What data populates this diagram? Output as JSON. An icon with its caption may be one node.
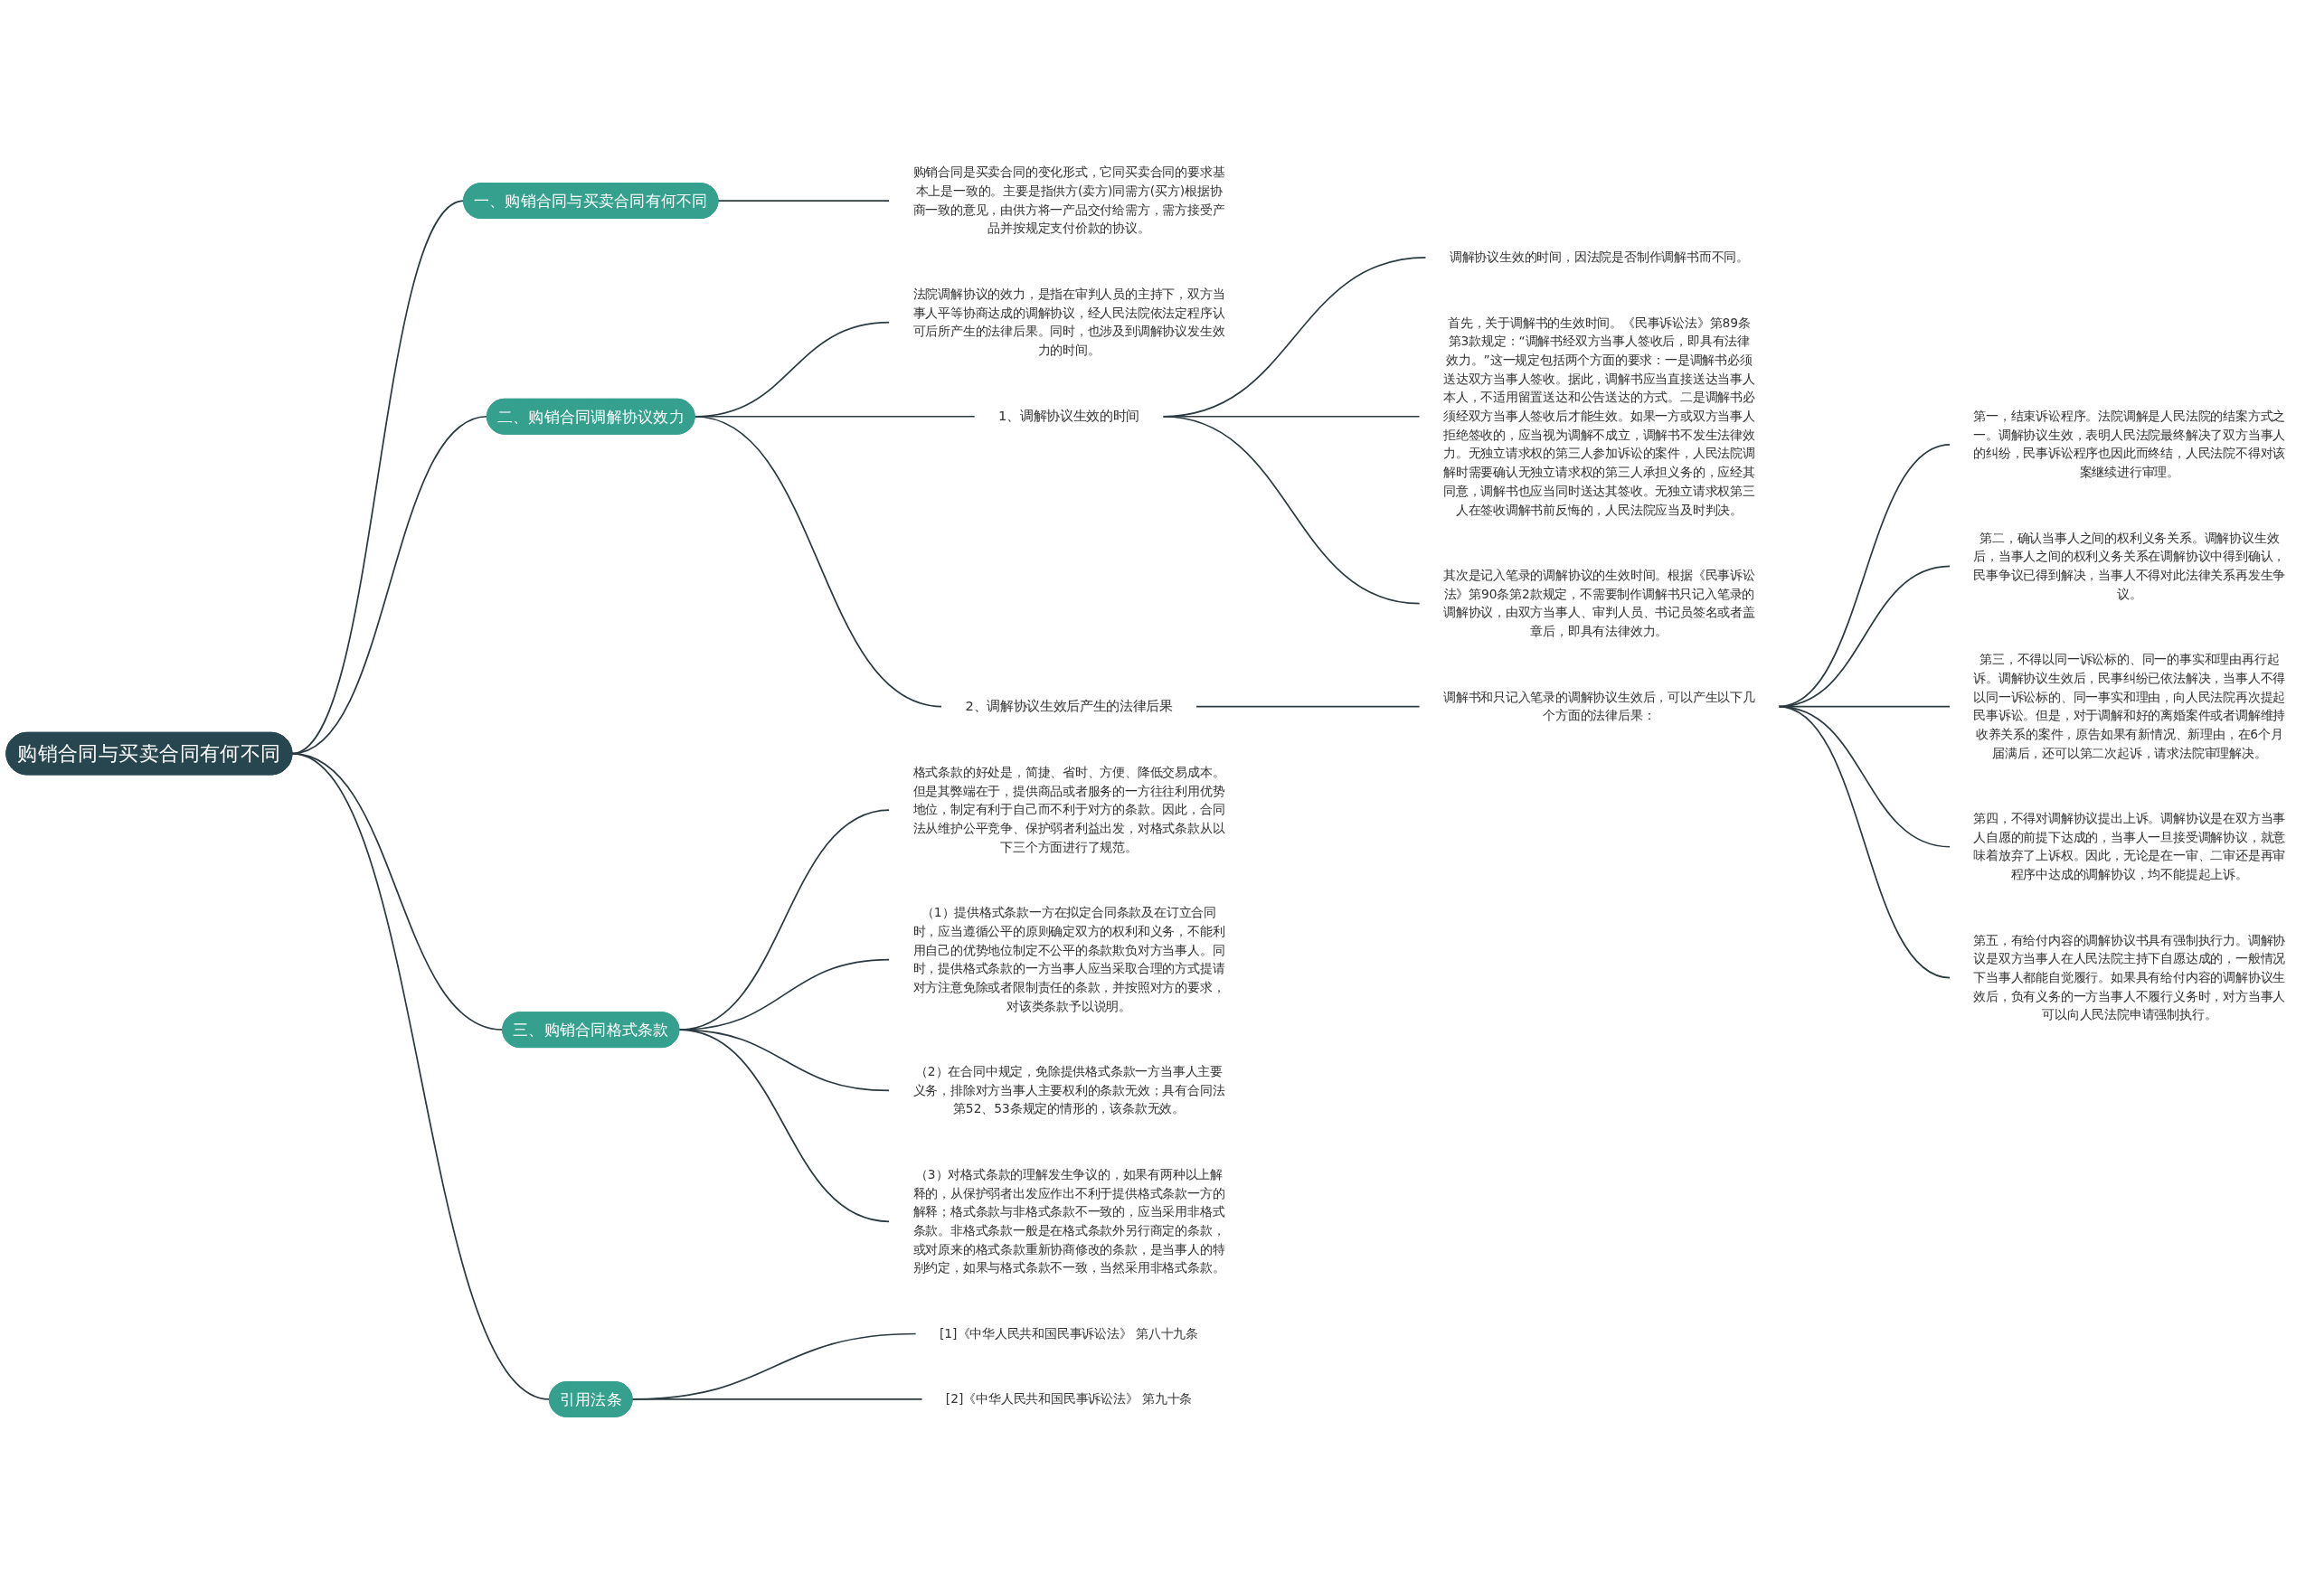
{
  "diagram": {
    "nodes": [
      {
        "text": [
          "购销合同与买卖合同有何不同"
        ]
      },
      {
        "text": [
          "一、购销合同与买卖合同有何不同"
        ]
      },
      {
        "text": [
          "购销合同是买卖合同的变化形式，它同买卖合同的要求基本上是一致的。主要是指供方(卖方)同需方(买方)根据协商一致的意见，由供方将一产品交付给需方，需方接受产品并按规定支付价款的协议。"
        ]
      },
      {
        "text": [
          "二、购销合同调解协议效力"
        ]
      },
      {
        "text": [
          "法院调解协议的效力，是指在审判人员的主持下，双方当事人平等协商达成的调解协议，经人民法院依法定程序认可后所产生的法律后果。同时，也涉及到调解协议发生效力的时间。"
        ]
      },
      {
        "text": [
          "1、调解协议生效的时间"
        ]
      },
      {
        "text": [
          "调解协议生效的时间，因法院是否制作调解书而不同。"
        ]
      },
      {
        "text": [
          "首先，关于调解书的生效时间。《民事诉讼法》第89条第3款规定：“调解书经双方当事人签收后，即具有法律效力。”这一规定包括两个方面的要求：一是调解书必须送达双方当事人签收。据此，调解书应当直接送达当事人本人，不适用留置送达和公告送达的方式。二是调解书必须经双方当事人签收后才能生效。如果一方或双方当事人拒绝签收的，应当视为调解不成立，调解书不发生法律效力。无独立请求权的第三人参加诉讼的案件，人民法院调解时需要确认无独立请求权的第三人承担义务的，应经其同意，调解书也应当同时送达其签收。无独立请求权第三人在签收调解书前反悔的，人民法院应当及时判决。"
        ]
      },
      {
        "text": [
          "其次是记入笔录的调解协议的生效时间。根据《民事诉讼法》第90条第2款规定，不需要制作调解书只记入笔录的调解协议，由双方当事人、审判人员、书记员签名或者盖章后，即具有法律效力。"
        ]
      },
      {
        "text": [
          "2、调解协议生效后产生的法律后果"
        ]
      },
      {
        "text": [
          "调解书和只记入笔录的调解协议生效后，可以产生以下几个方面的法律后果："
        ]
      },
      {
        "text": [
          "第一，结束诉讼程序。法院调解是人民法院的结案方式之一。调解协议生效，表明人民法院最终解决了双方当事人的纠纷，民事诉讼程序也因此而终结，人民法院不得对该案继续进行审理。"
        ]
      },
      {
        "text": [
          "第二，确认当事人之间的权利义务关系。调解协议生效后，当事人之间的权利义务关系在调解协议中得到确认，民事争议已得到解决，当事人不得对此法律关系再发生争议。"
        ]
      },
      {
        "text": [
          "第三，不得以同一诉讼标的、同一的事实和理由再行起诉。调解协议生效后，民事纠纷已依法解决，当事人不得以同一诉讼标的、同一事实和理由，向人民法院再次提起民事诉讼。但是，对于调解和好的离婚案件或者调解维持收养关系的案件，原告如果有新情况、新理由，在6个月届满后，还可以第二次起诉，请求法院审理解决。"
        ]
      },
      {
        "text": [
          "第四，不得对调解协议提出上诉。调解协议是在双方当事人自愿的前提下达成的，当事人一旦接受调解协议，就意味着放弃了上诉权。因此，无论是在一审、二审还是再审程序中达成的调解协议，均不能提起上诉。"
        ]
      },
      {
        "text": [
          "第五，有给付内容的调解协议书具有强制执行力。调解协议是双方当事人在人民法院主持下自愿达成的，一般情况下当事人都能自觉履行。如果具有给付内容的调解协议生效后，负有义务的一方当事人不履行义务时，对方当事人可以向人民法院申请强制执行。"
        ]
      },
      {
        "text": [
          "三、购销合同格式条款"
        ]
      },
      {
        "text": [
          "格式条款的好处是，简捷、省时、方便、降低交易成本。但是其弊端在于，提供商品或者服务的一方往往利用优势地位，制定有利于自己而不利于对方的条款。因此，合同法从维护公平竞争、保护弱者利益出发，对格式条款从以下三个方面进行了规范。"
        ]
      },
      {
        "text": [
          "（1）提供格式条款一方在拟定合同条款及在订立合同时，应当遵循公平的原则确定双方的权利和义务，不能利用自己的优势地位制定不公平的条款欺负对方当事人。同时，提供格式条款的一方当事人应当采取合理的方式提请对方注意免除或者限制责任的条款，并按照对方的要求，对该类条款予以说明。"
        ]
      },
      {
        "text": [
          "（2）在合同中规定，免除提供格式条款一方当事人主要义务，排除对方当事人主要权利的条款无效；具有合同法第52、53条规定的情形的，该条款无效。"
        ]
      },
      {
        "text": [
          "（3）对格式条款的理解发生争议的，如果有两种以上解释的，从保护弱者出发应作出不利于提供格式条款一方的解释；格式条款与非格式条款不一致的，应当采用非格式条款。非格式条款一般是在格式条款外另行商定的条款，或对原来的格式条款重新协商修改的条款，是当事人的特别约定，如果与格式条款不一致，当然采用非格式条款。"
        ]
      },
      {
        "text": [
          "引用法条"
        ]
      },
      {
        "text": [
          "[1]《中华人民共和国民事诉讼法》 第八十九条"
        ]
      },
      {
        "text": [
          "[2]《中华人民共和国民事诉讼法》 第九十条"
        ]
      }
    ],
    "edges": [
      {
        "from": 0,
        "to": 1,
        "arrow": "none"
      },
      {
        "from": 1,
        "to": 2,
        "arrow": "none"
      },
      {
        "from": 0,
        "to": 3,
        "arrow": "none"
      },
      {
        "from": 3,
        "to": 4,
        "arrow": "none"
      },
      {
        "from": 3,
        "to": 5,
        "arrow": "none"
      },
      {
        "from": 5,
        "to": 6,
        "arrow": "none"
      },
      {
        "from": 5,
        "to": 7,
        "arrow": "none"
      },
      {
        "from": 5,
        "to": 8,
        "arrow": "none"
      },
      {
        "from": 3,
        "to": 9,
        "arrow": "none"
      },
      {
        "from": 9,
        "to": 10,
        "arrow": "none"
      },
      {
        "from": 10,
        "to": 11,
        "arrow": "none"
      },
      {
        "from": 10,
        "to": 12,
        "arrow": "none"
      },
      {
        "from": 10,
        "to": 13,
        "arrow": "none"
      },
      {
        "from": 10,
        "to": 14,
        "arrow": "none"
      },
      {
        "from": 10,
        "to": 15,
        "arrow": "none"
      },
      {
        "from": 0,
        "to": 16,
        "arrow": "none"
      },
      {
        "from": 16,
        "to": 17,
        "arrow": "none"
      },
      {
        "from": 16,
        "to": 18,
        "arrow": "none"
      },
      {
        "from": 16,
        "to": 19,
        "arrow": "none"
      },
      {
        "from": 16,
        "to": 20,
        "arrow": "none"
      },
      {
        "from": 0,
        "to": 21,
        "arrow": "none"
      },
      {
        "from": 21,
        "to": 22,
        "arrow": "none"
      },
      {
        "from": 21,
        "to": 23,
        "arrow": "none"
      }
    ]
  }
}
